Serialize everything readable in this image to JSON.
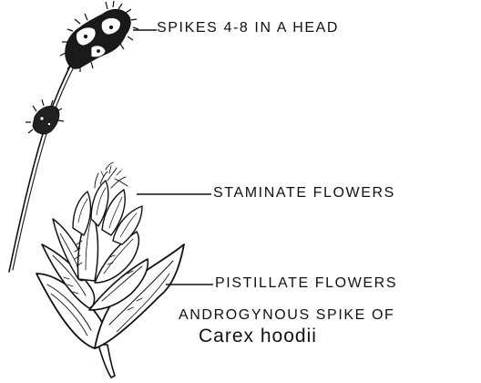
{
  "labels": {
    "spikes_in_head": "SPIKES 4-8 IN A HEAD",
    "staminate_flowers": "STAMINATE FLOWERS",
    "pistillate_flowers": "PISTILLATE FLOWERS"
  },
  "caption": {
    "line1": "ANDROGYNOUS SPIKE OF",
    "line2": "Carex hoodii"
  },
  "colors": {
    "ink": "#111111",
    "paper": "#ffffff"
  }
}
